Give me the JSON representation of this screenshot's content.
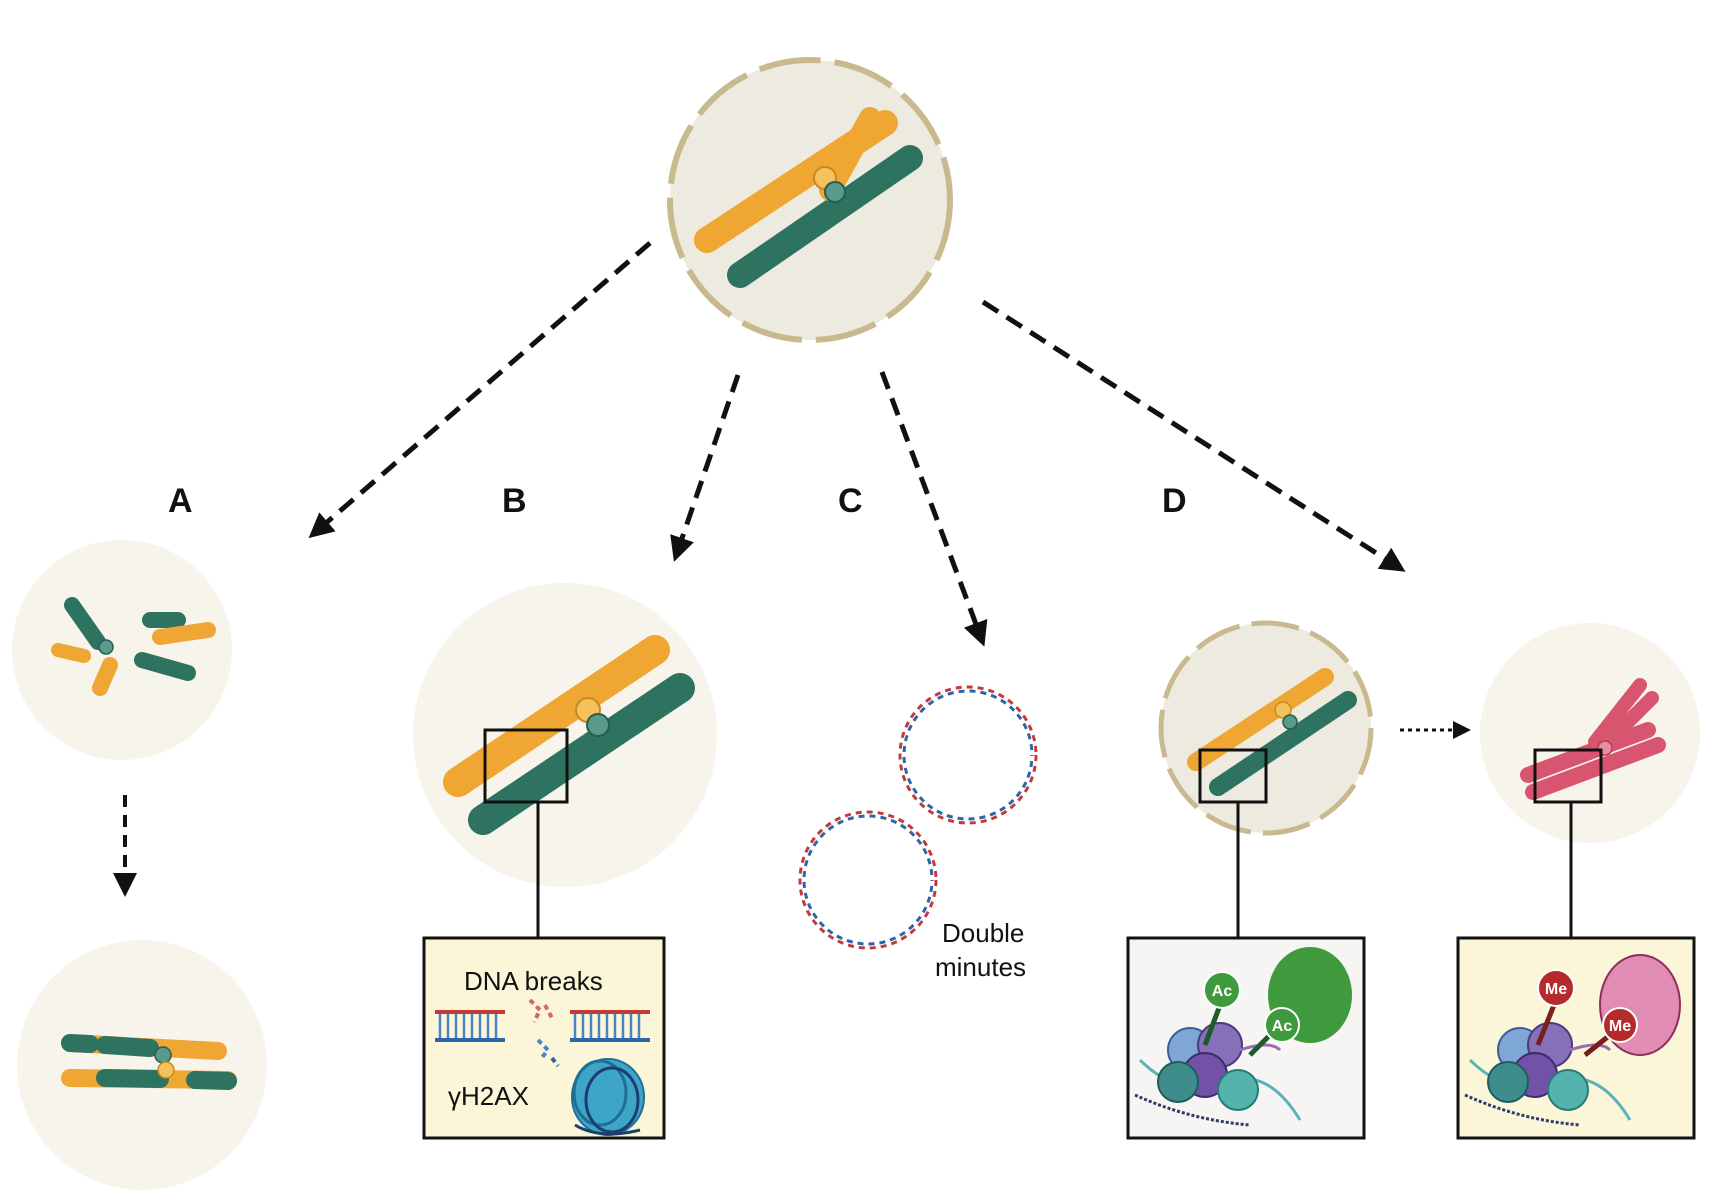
{
  "panels": [
    {
      "id": "A",
      "label": "A"
    },
    {
      "id": "B",
      "label": "B",
      "inset_text": "DNA breaks",
      "marker_text": "γH2AX"
    },
    {
      "id": "C",
      "label": "C",
      "caption_line1": "Double",
      "caption_line2": "minutes"
    },
    {
      "id": "D",
      "label": "D",
      "acetyl_mark": "Ac",
      "methyl_mark": "Me"
    }
  ],
  "colors": {
    "orange": "#F0A632",
    "teal": "#2E7260",
    "pink": "#D8556F",
    "nucleus_fill": "#EDEBE0",
    "nucleus_border": "#C9B98E",
    "cell_fill": "#F7F4EC",
    "inset_fill": "#FBF6D8",
    "ac_green": "#3E9A3C",
    "me_red": "#B52A2A"
  }
}
